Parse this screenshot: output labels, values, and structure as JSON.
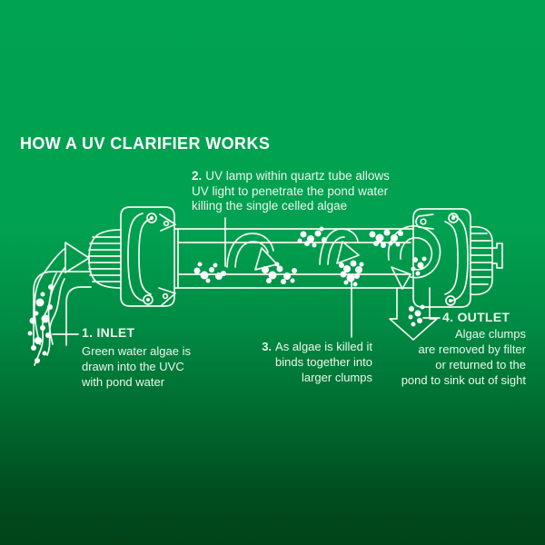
{
  "title": "HOW A UV CLARIFIER WORKS",
  "colors": {
    "background_top": "#00a351",
    "background_bottom": "#00431a",
    "line": "#f2f8f1",
    "text": "#edf6ec"
  },
  "steps": {
    "step1": {
      "heading": "1. INLET",
      "lines": [
        "Green water algae is",
        "drawn into the UVC",
        "with pond water"
      ]
    },
    "step2": {
      "num": "2.",
      "lines": [
        "UV lamp within quartz tube allows",
        "UV light to penetrate the pond water",
        "killing the single celled algae"
      ]
    },
    "step3": {
      "num": "3.",
      "lines": [
        "As algae is killed it",
        "binds together into",
        "larger clumps"
      ]
    },
    "step4": {
      "heading": "4. OUTLET",
      "lines": [
        "Algae clumps",
        "are removed by filter",
        "or returned to the",
        "pond to sink out of sight"
      ]
    }
  }
}
